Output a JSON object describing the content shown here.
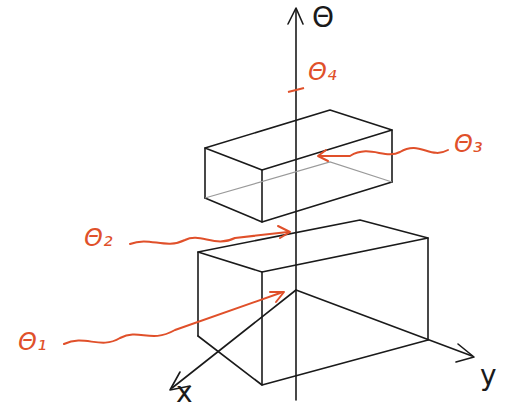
{
  "diagram": {
    "labels": [
      "Θ",
      "x",
      "y",
      "Θ₄",
      "Θ₃",
      "Θ₂",
      "Θ₁"
    ]
  }
}
